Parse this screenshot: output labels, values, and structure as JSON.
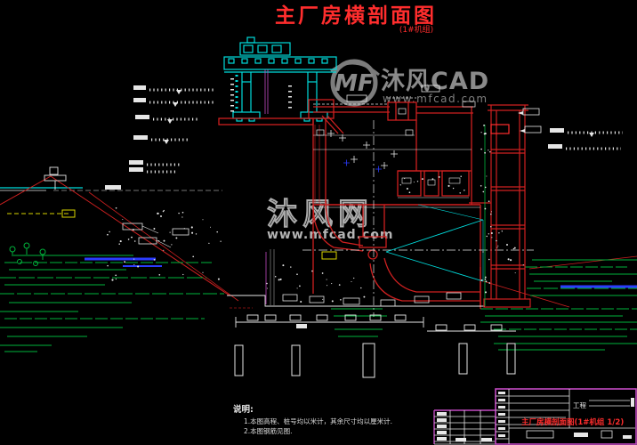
{
  "title": {
    "main": "主厂房横剖面图",
    "sub": "(1#机组)"
  },
  "watermark_logo": {
    "initials": "MF",
    "brand": "沐风CAD",
    "url": "www.mfcad.com"
  },
  "watermark_center": {
    "brand": "沐风网",
    "url": "www.mfcad.com"
  },
  "notes": {
    "heading": "说明:",
    "items": [
      "1.本图高程、桩号均以米计，其余尺寸均以厘米计.",
      "2.本图钢筋见图."
    ]
  },
  "title_block": {
    "project_label": "工程",
    "drawing_name": "主厂房横剖面图(1#机组 1/2)"
  },
  "colors": {
    "background": "#000000",
    "red": "#cf2020",
    "bright_red": "#ff2d2d",
    "cyan": "#00dcdc",
    "green": "#00b43c",
    "yellow": "#d8d400",
    "magenta": "#c24ac2",
    "blue": "#2b3cff",
    "white": "#e6e6e6",
    "gray": "#909090"
  }
}
